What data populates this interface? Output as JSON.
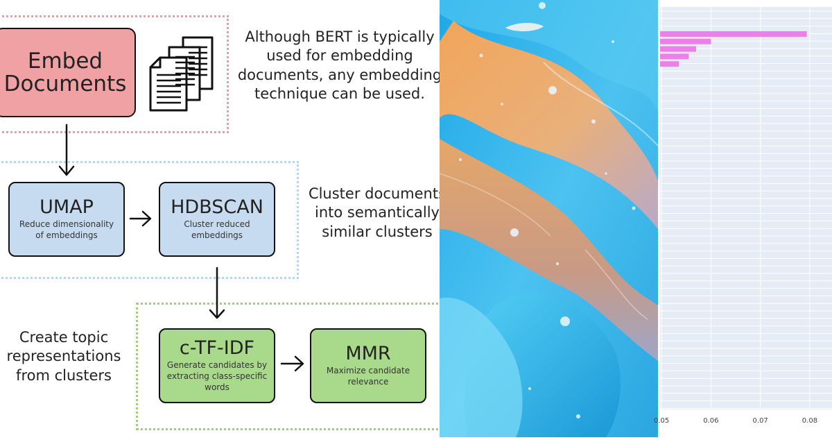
{
  "diagram": {
    "embed": {
      "title_line1": "Embed",
      "title_line2": "Documents"
    },
    "embed_note": {
      "line1": "Although BERT is typically",
      "line2": "used for embedding",
      "line3": "documents, any embedding",
      "line4": "technique can be used."
    },
    "umap": {
      "title": "UMAP",
      "sub_line1": "Reduce dimensionality",
      "sub_line2": "of embeddings"
    },
    "hdbscan": {
      "title": "HDBSCAN",
      "sub_line1": "Cluster reduced",
      "sub_line2": "embeddings"
    },
    "cluster_note": {
      "line1": "Cluster documents",
      "line2": "into semantically",
      "line3": "similar clusters"
    },
    "topic_note": {
      "line1": "Create topic",
      "line2": "representations",
      "line3": "from clusters"
    },
    "ctfidf": {
      "title": "c-TF-IDF",
      "sub_line1": "Generate candidates by",
      "sub_line2": "extracting class-specific",
      "sub_line3": "words"
    },
    "mmr": {
      "title": "MMR",
      "sub_line1": "Maximize candidate",
      "sub_line2": "relevance"
    },
    "colors": {
      "embed_fill": "#f0a1a4",
      "embed_border": "#e9878c",
      "blue_fill": "#c6dbf0",
      "blue_border": "#b9d4ee",
      "green_fill": "#a9d98a",
      "green_border": "#9ccf7c"
    }
  },
  "chart_data": {
    "type": "bar",
    "orientation": "horizontal",
    "values": [
      0.0794,
      0.06,
      0.057,
      0.0555,
      0.0535
    ],
    "x_ticks": [
      "0.05",
      "0.06",
      "0.07",
      "0.08"
    ],
    "xlim": [
      0.0497,
      0.0845
    ],
    "bar_color": "#ec80e6",
    "background": "#e5ecf6",
    "grid": true
  }
}
